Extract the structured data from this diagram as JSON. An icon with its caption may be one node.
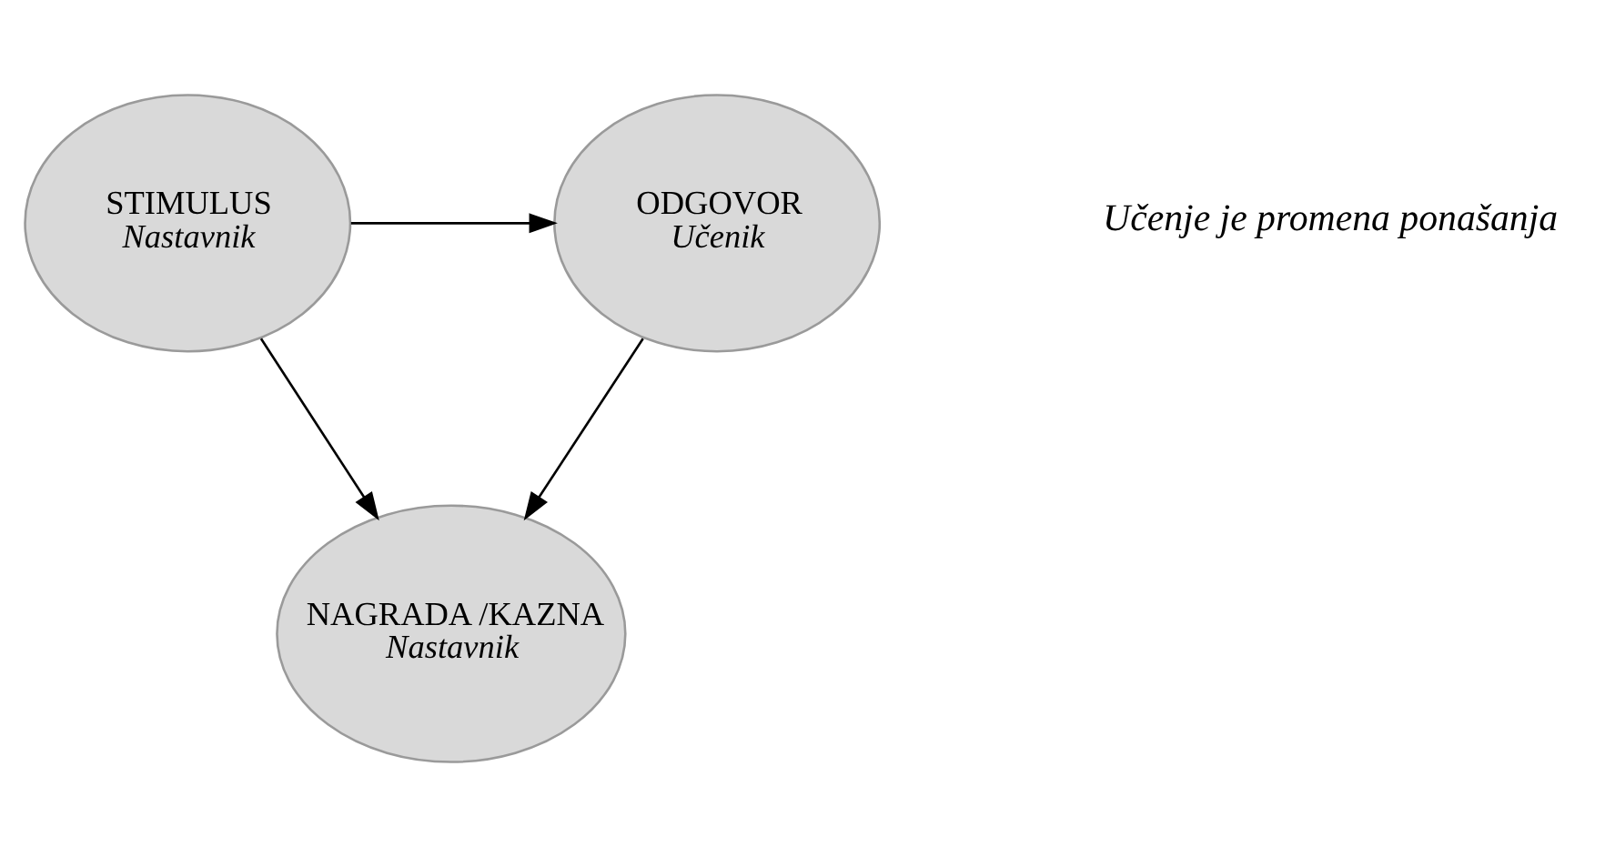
{
  "diagram": {
    "nodes": [
      {
        "text": [
          "STIMULUS",
          "Nastavnik"
        ]
      },
      {
        "text": [
          "ODGOVOR",
          "Učenik"
        ]
      },
      {
        "text": [
          "NAGRADA /KAZNA",
          "Nastavnik"
        ]
      }
    ],
    "edges": [
      {
        "from": 0,
        "to": 1,
        "arrow": "to"
      },
      {
        "from": 0,
        "to": 2,
        "arrow": "to"
      },
      {
        "from": 1,
        "to": 2,
        "arrow": "to"
      }
    ],
    "labels": [
      "Učenje je promena ponašanja"
    ]
  }
}
